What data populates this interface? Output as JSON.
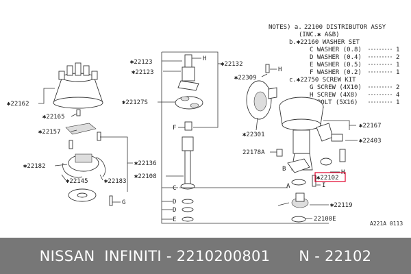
{
  "notes": {
    "header": "NOTES) a.",
    "line1": "22100 DISTRIBUTOR ASSY",
    "line2": "(INC.✱ A&B)",
    "line3": "b.✱22160 WASHER SET",
    "sub_c": "C WASHER (0.8)",
    "qty_c": "1",
    "sub_d": "D WASHER (0.4)",
    "qty_d": "2",
    "sub_e": "E WASHER (0.5)",
    "qty_e": "1",
    "sub_f": "F WASHER (0.2)",
    "qty_f": "1",
    "line4": "c.✱22750 SCREW KIT",
    "sub_g": "G SCREW (4X10)",
    "qty_g": "2",
    "sub_h": "H SCREW (4X8)",
    "qty_h": "4",
    "sub_i": "I BOLT (5X16)",
    "qty_i": "1"
  },
  "parts": {
    "p22162": "✱22162",
    "p22165": "✱22165",
    "p22157": "✱22157",
    "p22182": "✱22182",
    "p22145": "✱22145",
    "p22183": "✱22183",
    "p22136": "✱22136",
    "p22123a": "✱22123",
    "p22123b": "✱22123",
    "p22127s": "✱22127S",
    "p22132": "✱22132",
    "p22309": "✱22309",
    "p22108": "✱22108",
    "p22301": "✱22301",
    "p22178a": "22178A",
    "p22167": "✱22167",
    "p22403": "✱22403",
    "p22102": "✱22102",
    "p22119": "✱22119",
    "p22100e": "22100E"
  },
  "letters": {
    "h1": "H",
    "f": "F",
    "g": "G",
    "c": "C",
    "d1": "D",
    "d2": "D",
    "e": "E",
    "h2": "H",
    "i": "I",
    "b": "B",
    "a": "A",
    "h3": "H"
  },
  "code": "A221A 0113",
  "highlight_color": "#e0002a",
  "footer": {
    "text": "NISSAN  INFINITI - 2210200801      N - 22102"
  }
}
